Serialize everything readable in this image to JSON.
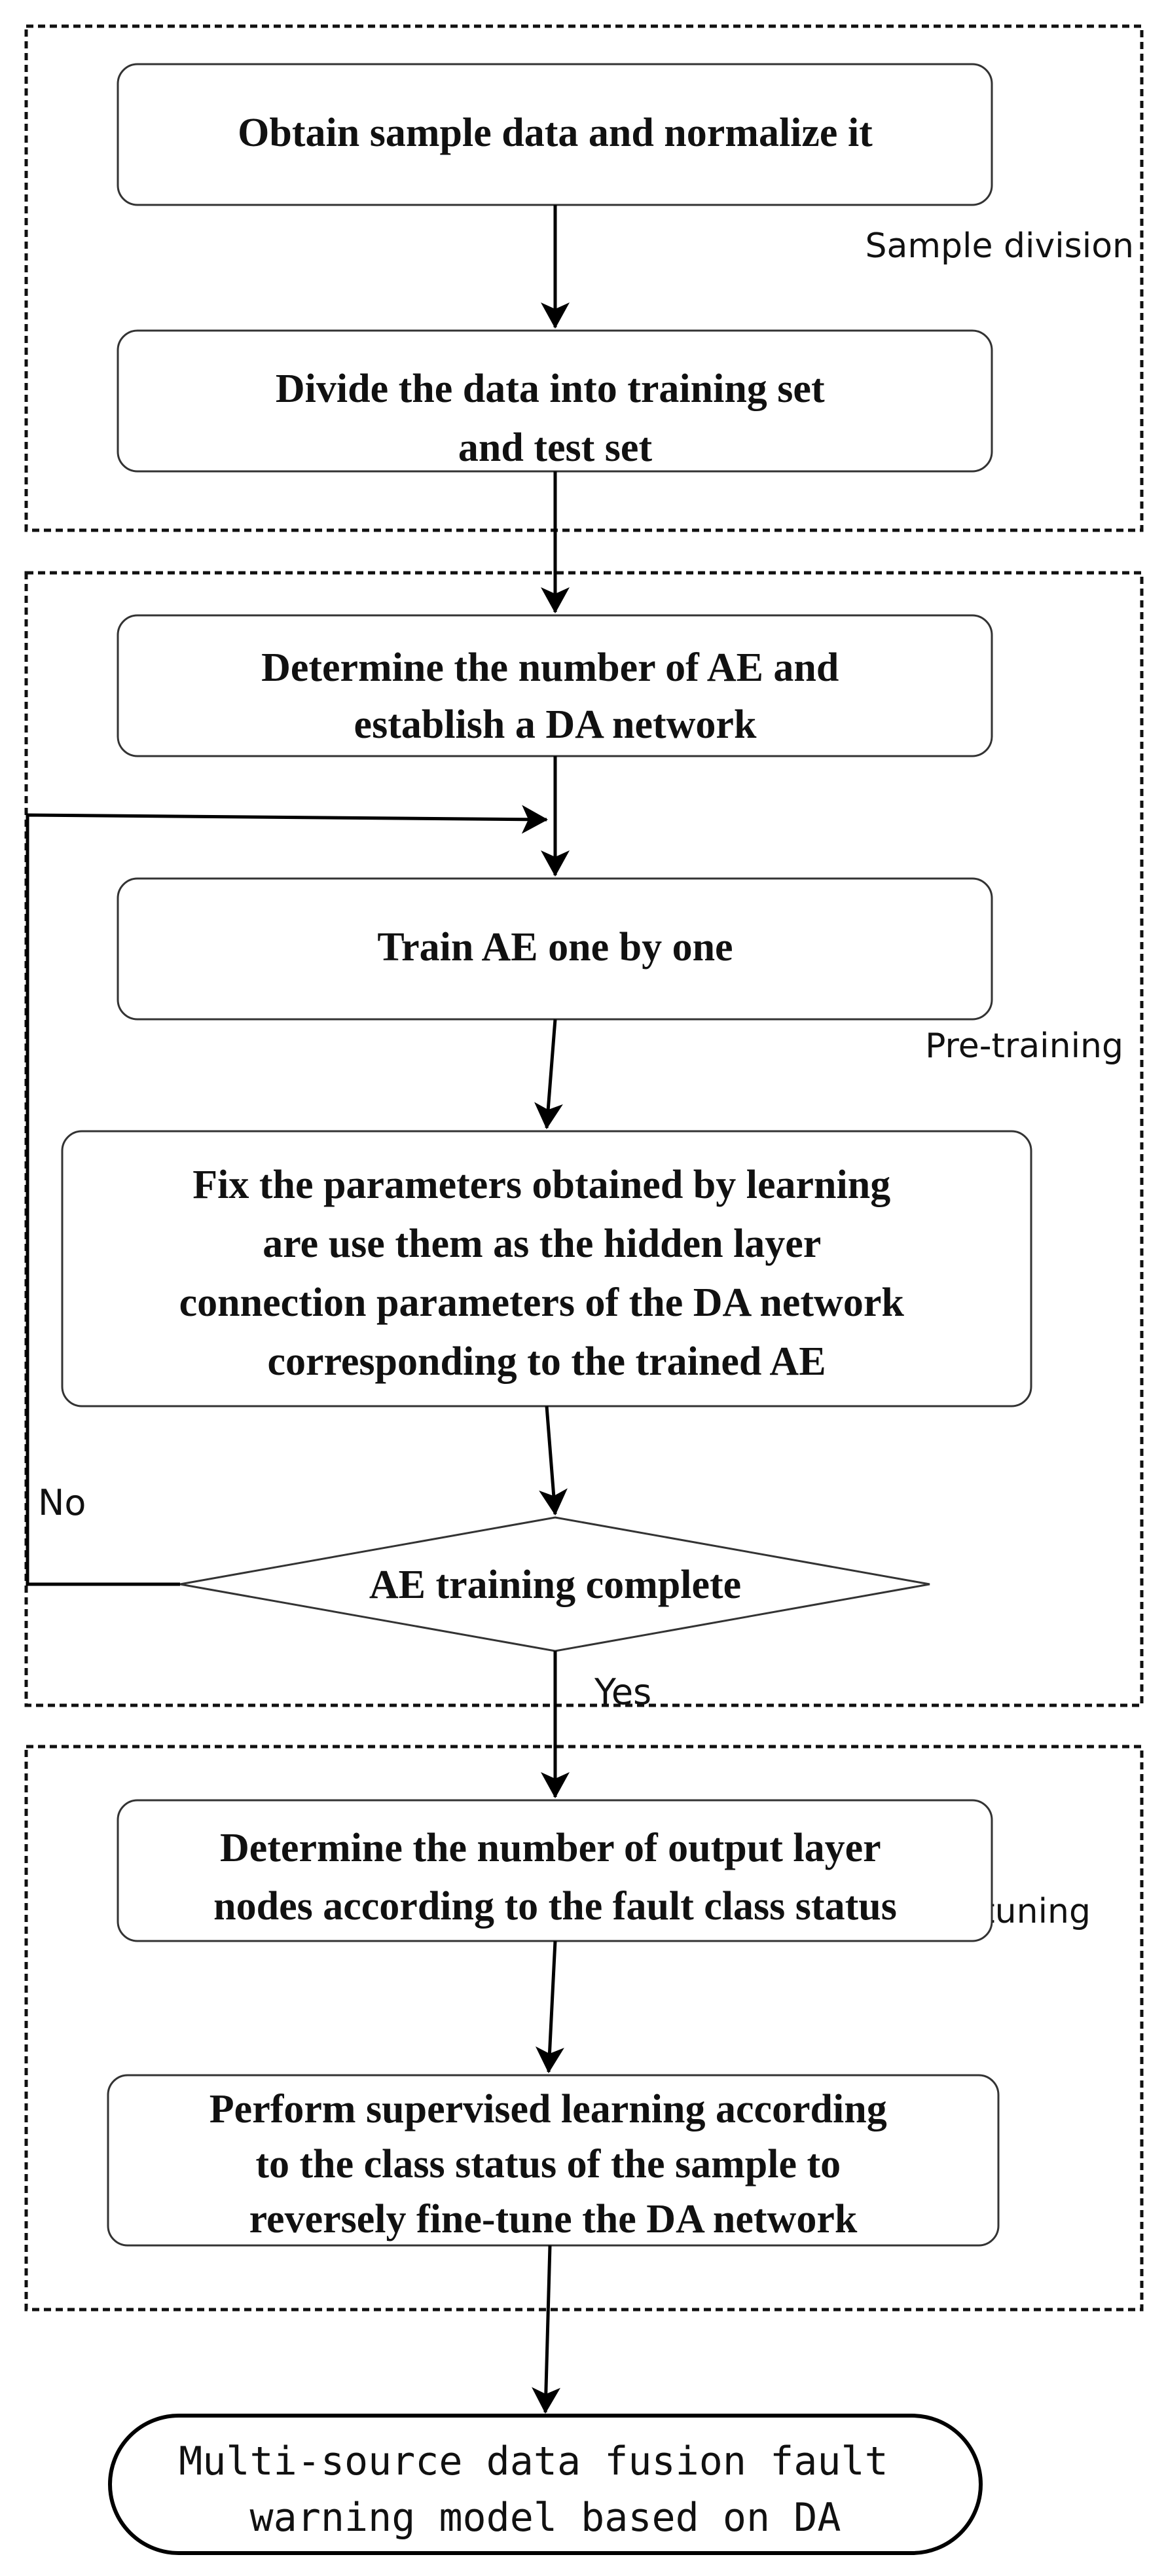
{
  "sections": {
    "sample_division": "Sample division",
    "pre_training": "Pre-training",
    "fine_tuning": "Fine-tuning"
  },
  "steps": {
    "normalize": [
      "Obtain sample data and normalize it"
    ],
    "divide": [
      "Divide the data into training set",
      "and test set"
    ],
    "determine_ae": [
      "Determine the number of AE and",
      "establish a DA network"
    ],
    "train_ae": [
      "Train AE one by one"
    ],
    "fix_params": [
      "Fix the parameters obtained by learning",
      "are use them as the hidden layer",
      "connection parameters of the DA network",
      "corresponding to the trained AE"
    ],
    "decision": [
      "AE training complete"
    ],
    "determine_output": [
      "Determine the number of output layer",
      "nodes according to the fault class status"
    ],
    "supervised": [
      "Perform supervised learning according",
      "to the class status of the sample to",
      "reversely fine-tune the DA network"
    ],
    "end": [
      "Multi-source data fusion fault",
      "warning model based on DA"
    ]
  },
  "branches": {
    "no": "No",
    "yes": "Yes"
  }
}
